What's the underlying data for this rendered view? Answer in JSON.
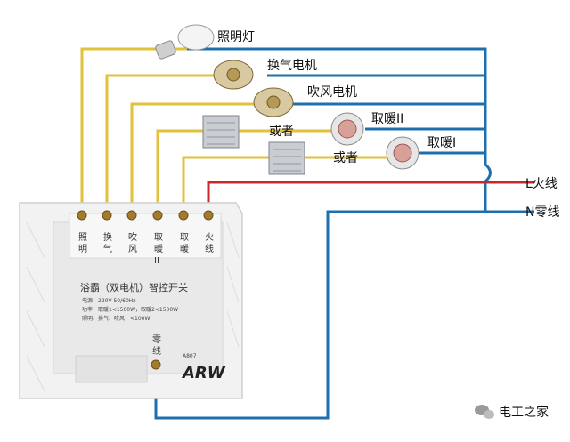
{
  "colors": {
    "wire_blue": "#1f6fae",
    "wire_yellow": "#e2c23c",
    "wire_red": "#c8282d",
    "switch_body": "#f2f2f2"
  },
  "loads": {
    "lamp": "照明灯",
    "vent_motor": "换气电机",
    "blower_motor": "吹风电机",
    "heater_2": "取暖II",
    "heater_1": "取暖I",
    "or_1": "或者",
    "or_2": "或者"
  },
  "mains": {
    "live": "L火线",
    "neutral": "N零线"
  },
  "terminals": [
    [
      "照",
      "明"
    ],
    [
      "换",
      "气"
    ],
    [
      "吹",
      "风"
    ],
    [
      "取",
      "暖",
      "II"
    ],
    [
      "取",
      "暖",
      "I"
    ],
    [
      "火",
      "线"
    ]
  ],
  "neutral_terminal": [
    "零",
    "线"
  ],
  "switch": {
    "name": "浴霸（双电机）智控开关",
    "spec_line_1": "电源：220V  50/60Hz",
    "spec_line_2": "功率：取暖1<1500W，取暖2<1500W",
    "spec_line_3": "照明、换气、吹风：<100W",
    "model": "A807",
    "logo": "ARW"
  },
  "watermark": "电工之家",
  "icons": [
    "lamp-icon",
    "motor-icon",
    "heater-panel-icon",
    "heat-lamp-icon",
    "wechat-icon"
  ]
}
